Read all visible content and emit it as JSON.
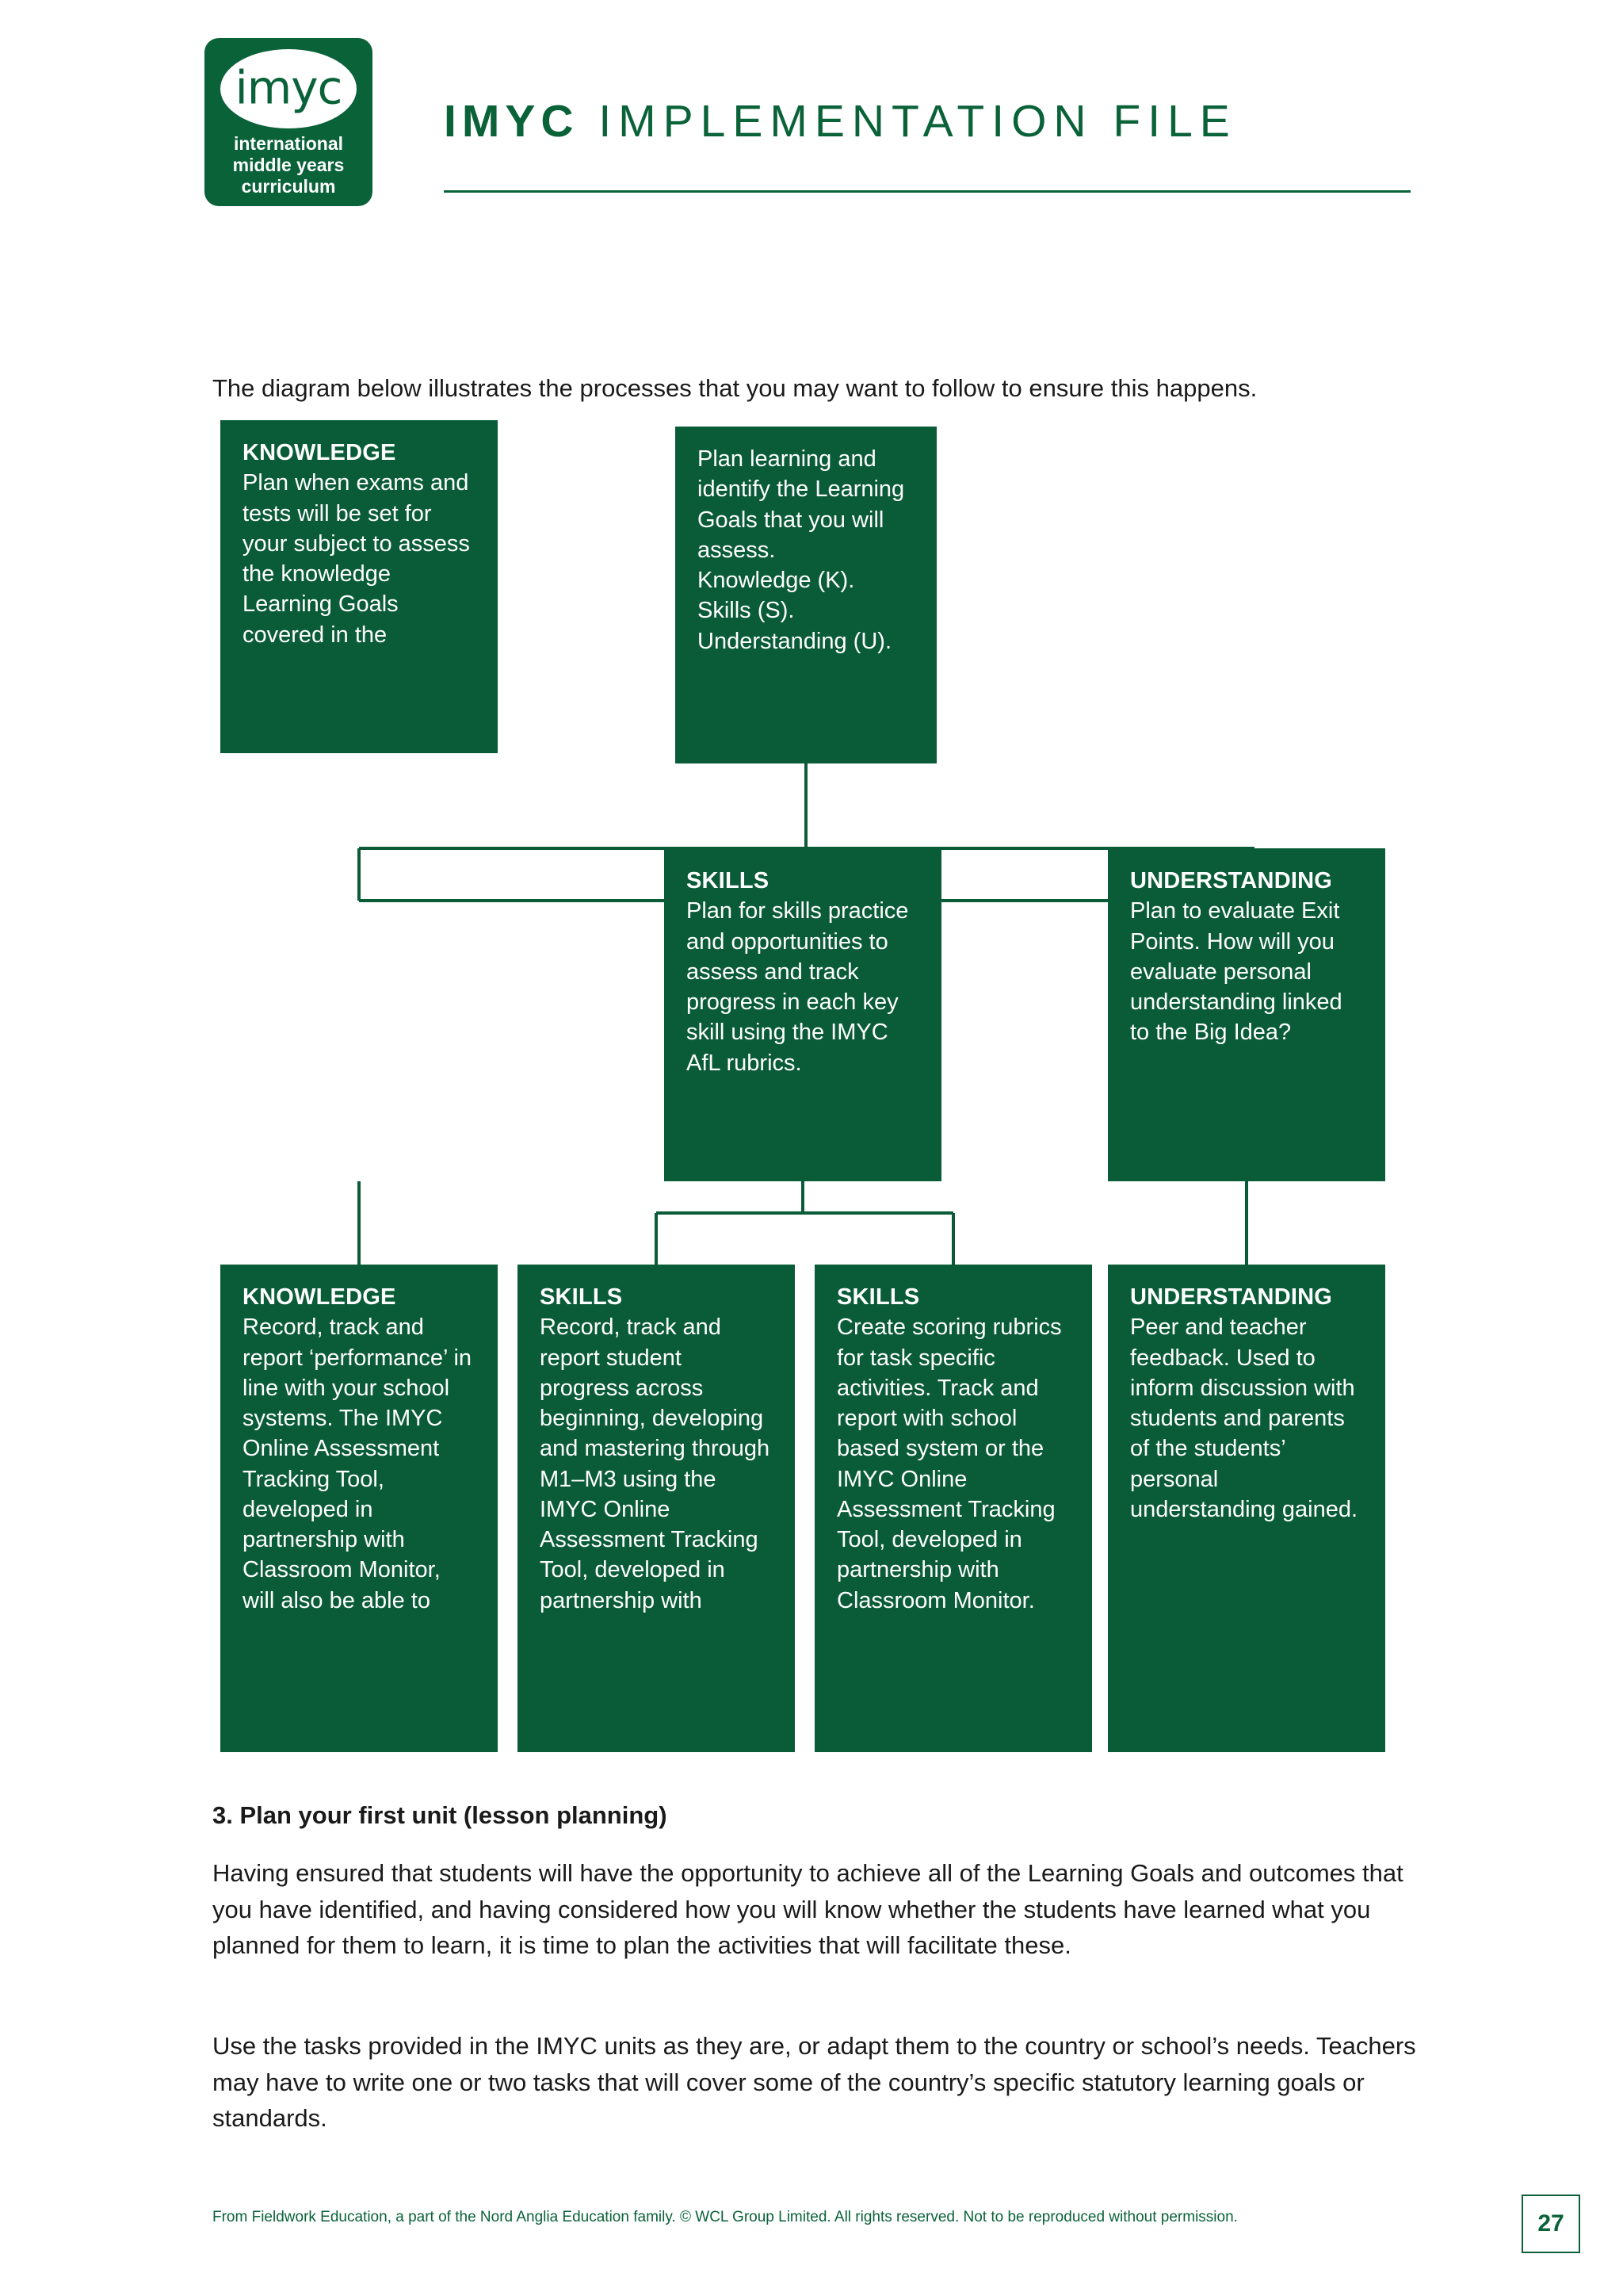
{
  "header": {
    "logo": {
      "wordmark": "imyc",
      "line1": "international",
      "line2": "middle years",
      "line3": "curriculum"
    },
    "title_bold": "IMYC",
    "title_rest": " IMPLEMENTATION FILE"
  },
  "intro": "The diagram below illustrates the processes that you may want to follow to ensure this happens.",
  "diagram": {
    "top": {
      "heading": "",
      "body": "Plan learning and identify the Learning Goals that you will assess.\nKnowledge (K).\nSkills (S).\nUnderstanding (U)."
    },
    "row2": [
      {
        "heading": "KNOWLEDGE",
        "body": "Plan when exams and tests will be set for your subject to assess the knowledge Learning Goals covered in the"
      },
      {
        "heading": "SKILLS",
        "body": "Plan for skills practice and opportunities to assess and track progress in each key skill using the IMYC AfL rubrics."
      },
      {
        "heading": "UNDERSTANDING",
        "body": "Plan to evaluate Exit Points. How will you evaluate personal understanding linked to the Big Idea?"
      }
    ],
    "row3": [
      {
        "heading": "KNOWLEDGE",
        "body": "Record, track and report ‘performance’ in line with your school systems. The IMYC Online Assessment Tracking Tool, developed in partnership with Classroom Monitor, will also be able to"
      },
      {
        "heading": "SKILLS",
        "body": "Record, track and report student progress across beginning, developing and mastering through M1–M3 using the IMYC Online Assessment Tracking Tool, developed in partnership with"
      },
      {
        "heading": "SKILLS",
        "body": "Create scoring rubrics for task specific activities. Track and report with school based system or the IMYC Online Assessment Tracking Tool, developed in partnership with Classroom Monitor."
      },
      {
        "heading": "UNDERSTANDING",
        "body": "Peer and teacher feedback. Used to inform discussion with students and parents of the students’ personal understanding gained."
      }
    ]
  },
  "body": {
    "section_heading": "3. Plan your first unit (lesson planning)",
    "paragraph_1": "Having ensured that students will have the opportunity to achieve all of the Learning Goals and outcomes that you have identified, and having considered how you will know whether the students have learned what you planned for them to learn, it is time to plan the activities that will facilitate these.",
    "paragraph_2": "Use the tasks provided in the IMYC units as they are, or adapt them to the country or school’s needs. Teachers may have to write one or two tasks that will cover some of the country’s specific statutory learning goals or standards."
  },
  "footer": {
    "credit": "From Fieldwork Education, a part of the Nord Anglia Education family. © WCL Group Limited. All rights reserved. Not to be reproduced without permission.",
    "page_number": "27"
  },
  "colors": {
    "brand_green": "#0a6239",
    "node_green": "#0a5c38",
    "text": "#1a1a1a"
  }
}
